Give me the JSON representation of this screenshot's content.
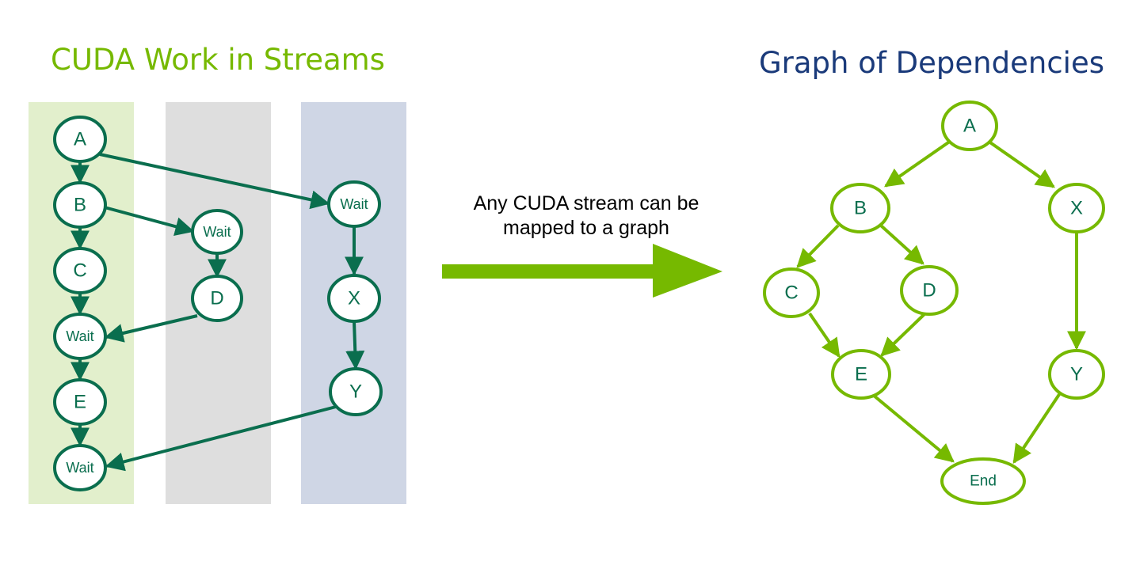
{
  "left": {
    "title": "CUDA Work in Streams",
    "streams": [
      {
        "id": "stream-1",
        "color": "#e2efcc"
      },
      {
        "id": "stream-2",
        "color": "#dedede"
      },
      {
        "id": "stream-3",
        "color": "#cfd6e5"
      }
    ],
    "nodes": {
      "a": "A",
      "b": "B",
      "c": "C",
      "wait1": "Wait",
      "e": "E",
      "wait2": "Wait",
      "wait3": "Wait",
      "d": "D",
      "wait4": "Wait",
      "x": "X",
      "y": "Y"
    },
    "node_color": "#0a6e4e"
  },
  "middle": {
    "caption_line1": "Any CUDA stream can be",
    "caption_line2": "mapped to a graph",
    "arrow_color": "#76b900"
  },
  "right": {
    "title": "Graph of Dependencies",
    "nodes": {
      "a": "A",
      "b": "B",
      "x": "X",
      "c": "C",
      "d": "D",
      "e": "E",
      "y": "Y",
      "end": "End"
    },
    "edge_color": "#76b900",
    "text_color": "#0a6e4e"
  }
}
